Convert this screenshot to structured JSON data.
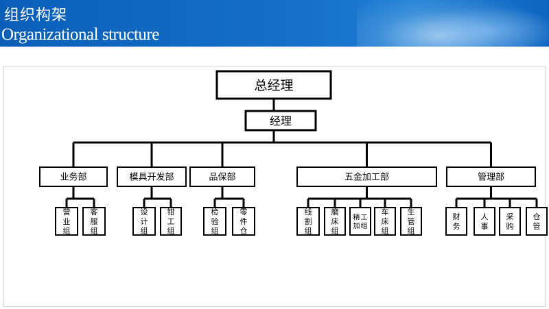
{
  "header": {
    "title": "组织构架",
    "subtitle": "Organizational structure"
  },
  "org": {
    "label": "总经理",
    "children": [
      {
        "label": "经理",
        "children": [
          {
            "label": "业务部",
            "children": [
              {
                "label": "营业组"
              },
              {
                "label": "客服组"
              }
            ]
          },
          {
            "label": "模具开发部",
            "children": [
              {
                "label": "设计组"
              },
              {
                "label": "钳工组"
              }
            ]
          },
          {
            "label": "品保部",
            "children": [
              {
                "label": "检验组"
              },
              {
                "label": "零件仓"
              }
            ]
          },
          {
            "label": "五金加工部",
            "children": [
              {
                "label": "线割组"
              },
              {
                "label": "磨床组"
              },
              {
                "label": "精加工组"
              },
              {
                "label": "车床组"
              },
              {
                "label": "生管组"
              }
            ]
          },
          {
            "label": "管理部",
            "children": [
              {
                "label": "财务"
              },
              {
                "label": "人事"
              },
              {
                "label": "采购"
              },
              {
                "label": "仓管"
              }
            ]
          }
        ]
      }
    ]
  }
}
